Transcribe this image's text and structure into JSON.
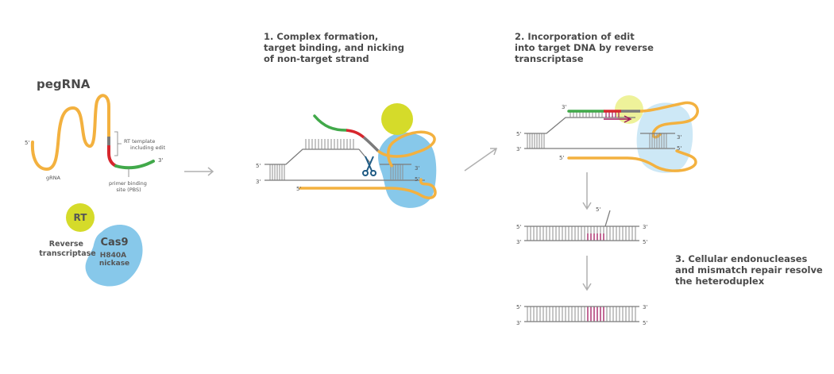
{
  "colors": {
    "strand": "#7b7b7b",
    "rung": "#8e8e8e",
    "orange": "#f3b13f",
    "green": "#41a94a",
    "red": "#d7262d",
    "edit": "#a0185e",
    "cas9": "#87c8ea",
    "cas9_light": "#cde8f6",
    "rt": "#d5db2a",
    "rt_light": "#eef29a",
    "arrow": "#b0b0b0",
    "scissors": "#1f5b84"
  },
  "pegrna": {
    "title": "pegRNA",
    "five_prime": "5'",
    "three_prime": "3'",
    "grna_label": "gRNA",
    "rt_template_label": [
      "RT  template",
      "including edit"
    ],
    "pbs_label": [
      "primer binding",
      "site (PBS)"
    ]
  },
  "proteins": {
    "rt_label": "RT",
    "rt_name": [
      "Reverse",
      "transcriptase"
    ],
    "cas9_label": "Cas9",
    "cas9_sub": [
      "H840A",
      "nickase"
    ]
  },
  "steps": {
    "step1": [
      "1. Complex formation,",
      "target binding, and nicking",
      "of non-target strand"
    ],
    "step2": [
      "2. Incorporation of edit",
      "into target DNA by reverse",
      "transcriptase"
    ],
    "step3": [
      "3. Cellular endonucleases",
      "and mismatch repair resolve",
      "the heteroduplex"
    ]
  },
  "ends": {
    "five": "5'",
    "three": "3'"
  },
  "icons": {
    "scissors": "scissors-icon",
    "process_arrow": "arrow-right-icon",
    "down_arrow": "arrow-down-icon",
    "extension_arrow": "arrow-head-icon"
  }
}
